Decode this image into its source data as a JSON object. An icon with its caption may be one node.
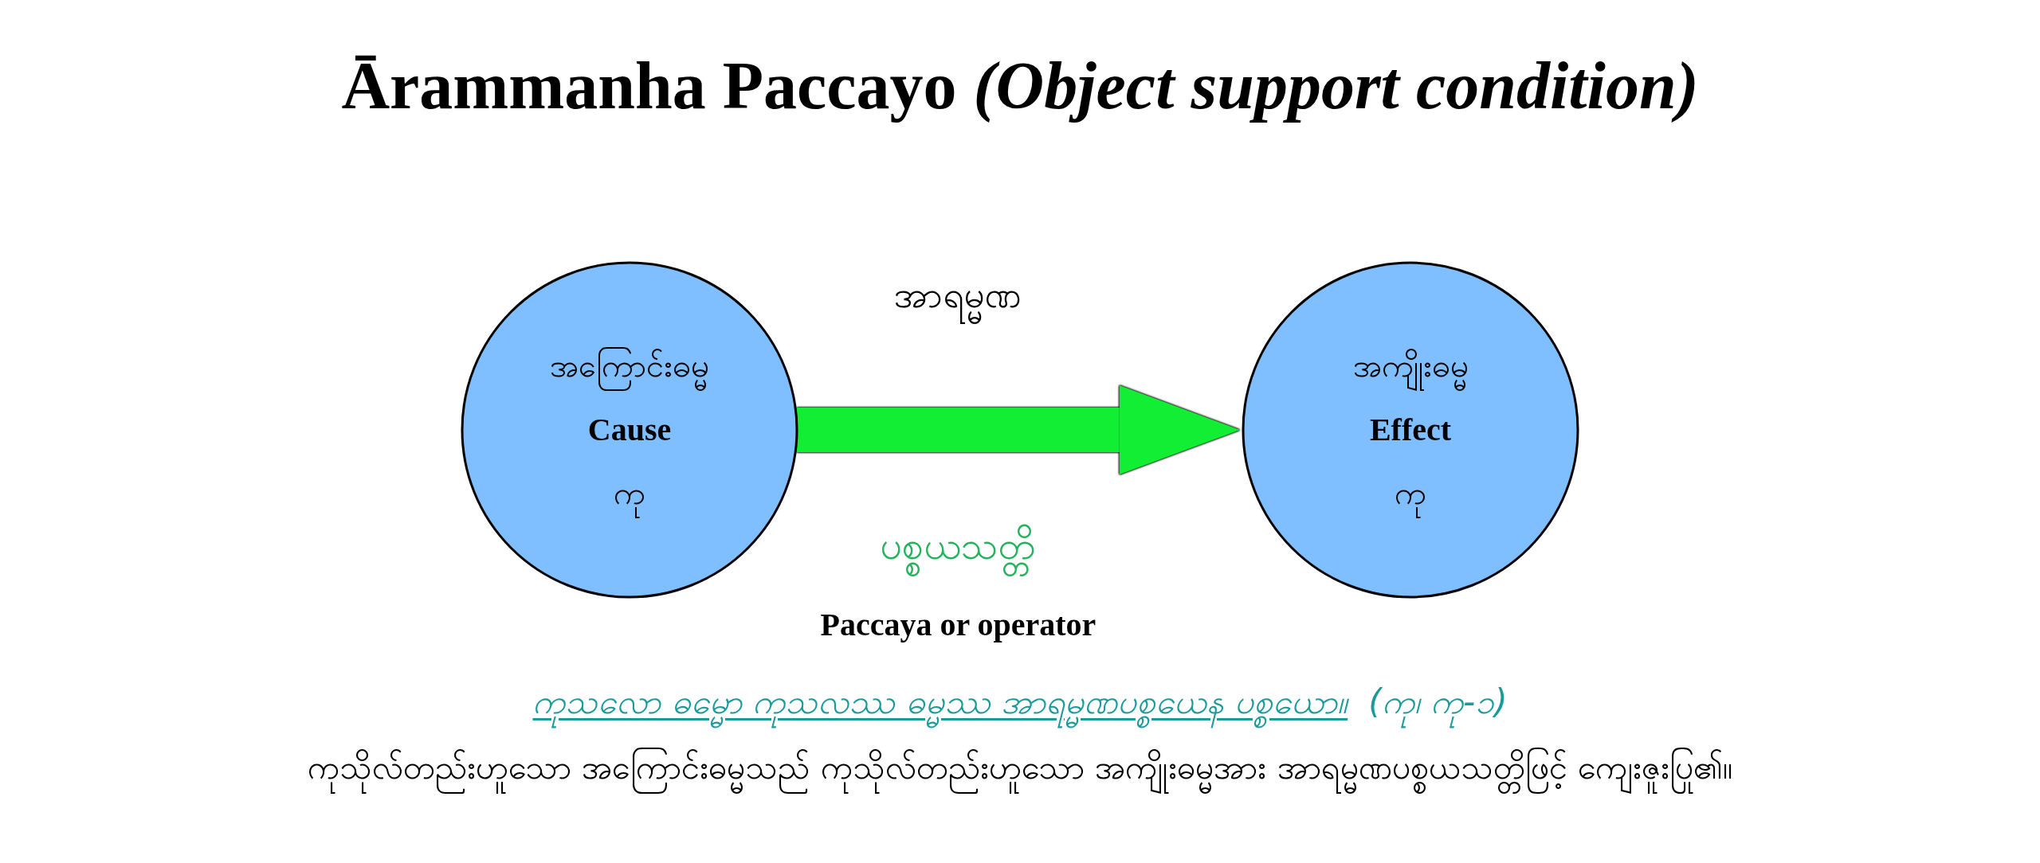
{
  "diagram": {
    "title": "Ārammanha Paccayo *(Object support condition)*",
    "nodes": [
      {
        "text": [
          "အကြောင်းဓမ္မ",
          "Cause",
          "ကု"
        ]
      },
      {
        "text": [
          "အကျိုးဓမ္မ",
          "Effect",
          "ကု"
        ]
      }
    ],
    "edges": [
      {
        "from": 0,
        "to": 1,
        "arrow": "to",
        "color": "#11ee33"
      }
    ],
    "labels": [
      "အာရမ္မဏ",
      "ပစ္စယသတ္တိ",
      "Paccaya or operator",
      "ကုသလော ဓမ္မော ကုသလဿ ဓမ္မဿ အာရမ္မဏပစ္စယေန ပစ္စယော။",
      "(ကု၊ ကု-၁)",
      "ကုသိုလ်တည်းဟူသော အကြောင်းဓမ္မသည် ကုသိုလ်တည်းဟူသော အကျိုးဓမ္မအား အာရမ္မဏပစ္စယသတ္တိဖြင့် ကျေးဇူးပြု၏။"
    ]
  }
}
